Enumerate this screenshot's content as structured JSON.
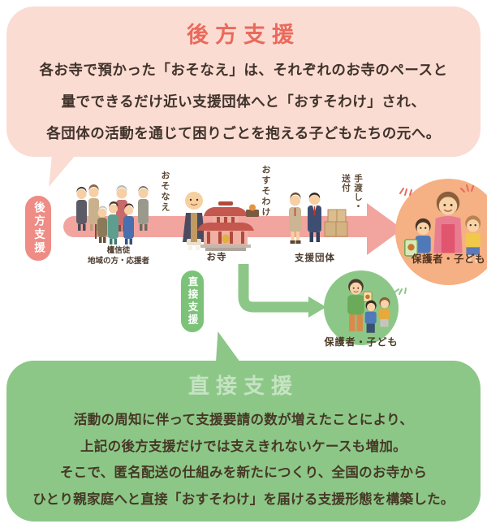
{
  "top_bubble": {
    "title": "後方支援",
    "lines": [
      "各お寺で預かった「おそなえ」は、それぞれのお寺のペースと",
      "量でできるだけ近い支援団体へと「おすそわけ」され、",
      "各団体の活動を通じて困りごとを抱える子どもたちの元へ。"
    ]
  },
  "bottom_bubble": {
    "title": "直接支援",
    "lines": [
      "活動の周知に伴って支援要請の数が増えたことにより、",
      "上記の後方支援だけでは支えきれないケースも増加。",
      "そこで、匿名配送の仕組みを新たにつくり、全国のお寺から",
      "ひとり親家庭へと直接「おすそわけ」を届ける支援形態を構築した。"
    ]
  },
  "diagram": {
    "rear_support_pill": "後方支援",
    "direct_support_pill": "直接支援",
    "donors_label_line1": "檀信徒",
    "donors_label_line2": "地域の方・応援者",
    "osonae_label": "おそなえ",
    "temple_label": "お寺",
    "osusowake_label": "おすそわけ",
    "delivery_label": "手渡し・送付",
    "support_org_label": "支援団体",
    "recipients_top_label": "保護者・子ども",
    "recipients_bottom_label": "保護者・子ども"
  },
  "colors": {
    "top_bubble_bg": "#fbdcd2",
    "top_title": "#e96a5c",
    "flow_band_pink": "#f2a49e",
    "rear_pill": "#ee8c85",
    "orange_circle": "#f5b084",
    "green_main": "#8cc787",
    "direct_pill": "#7cc379",
    "body_text_dark": "#40332b",
    "green_body_text": "#463826"
  }
}
